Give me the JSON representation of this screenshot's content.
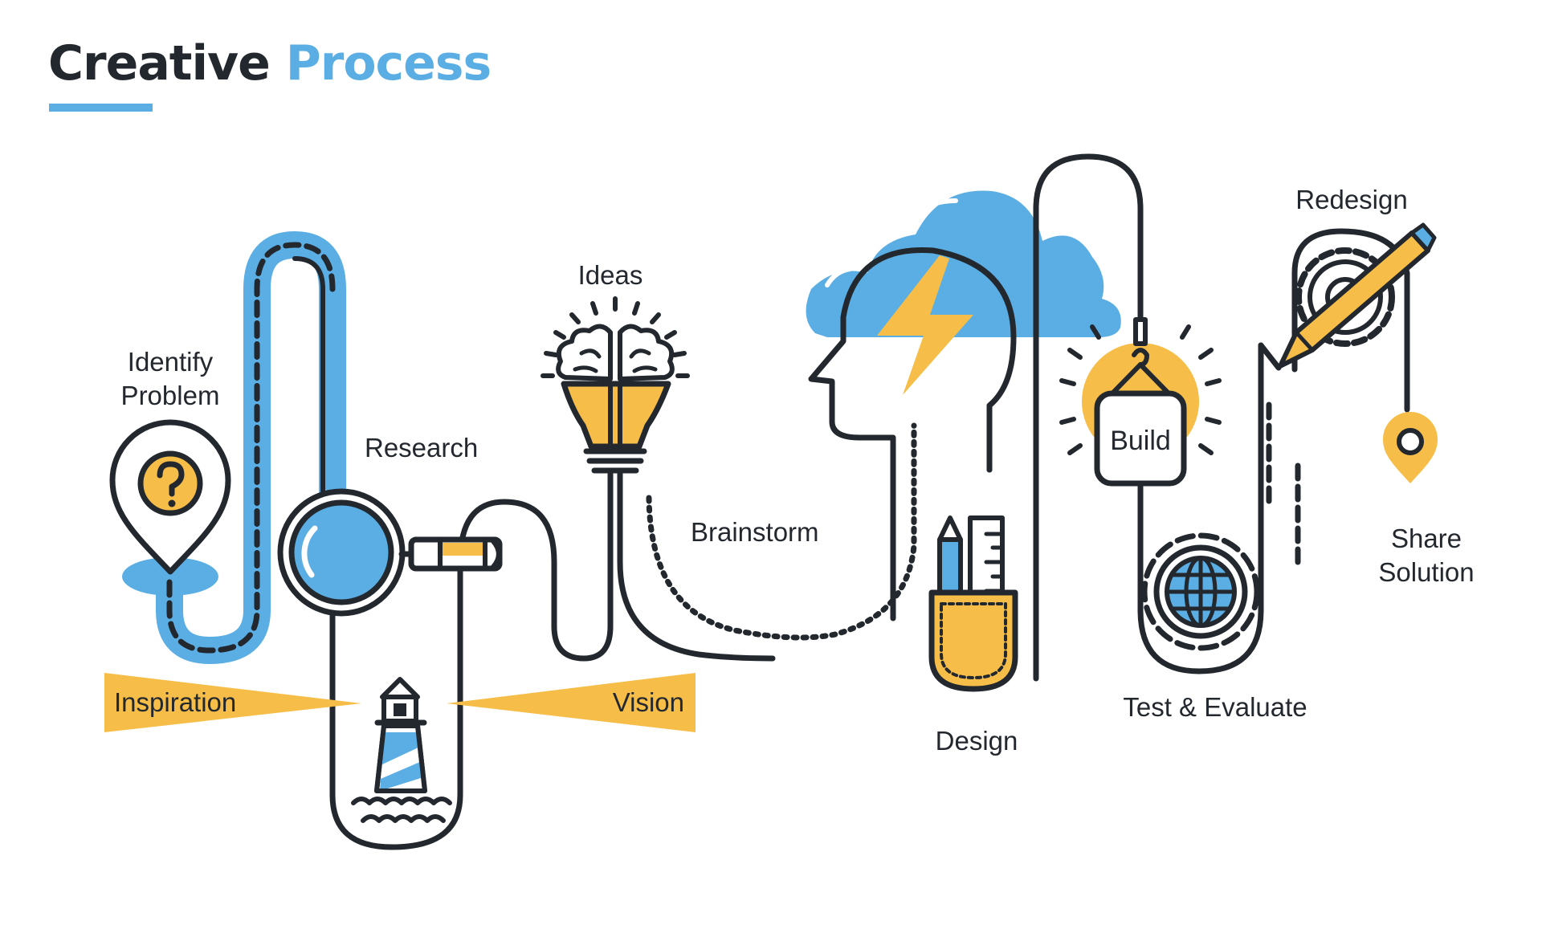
{
  "header": {
    "title_part1": "Creative",
    "title_part2": "Process"
  },
  "steps": {
    "identify_problem": {
      "line1": "Identify",
      "line2": "Problem"
    },
    "research": "Research",
    "inspiration": "Inspiration",
    "vision": "Vision",
    "ideas": "Ideas",
    "brainstorm": "Brainstorm",
    "design": "Design",
    "build": "Build",
    "test_evaluate": "Test & Evaluate",
    "redesign": "Redesign",
    "share_solution": {
      "line1": "Share",
      "line2": "Solution"
    }
  },
  "colors": {
    "ink": "#23272e",
    "blue": "#5aaee3",
    "yellow": "#f6be48",
    "white": "#ffffff"
  },
  "icons": [
    "map-pin-question-icon",
    "magnifier-icon",
    "lighthouse-icon",
    "lightbulb-brain-icon",
    "head-cloud-lightning-icon",
    "pocket-ruler-pencil-icon",
    "hanging-sign-icon",
    "gear-globe-icon",
    "gear-pencil-icon",
    "location-pin-icon"
  ]
}
